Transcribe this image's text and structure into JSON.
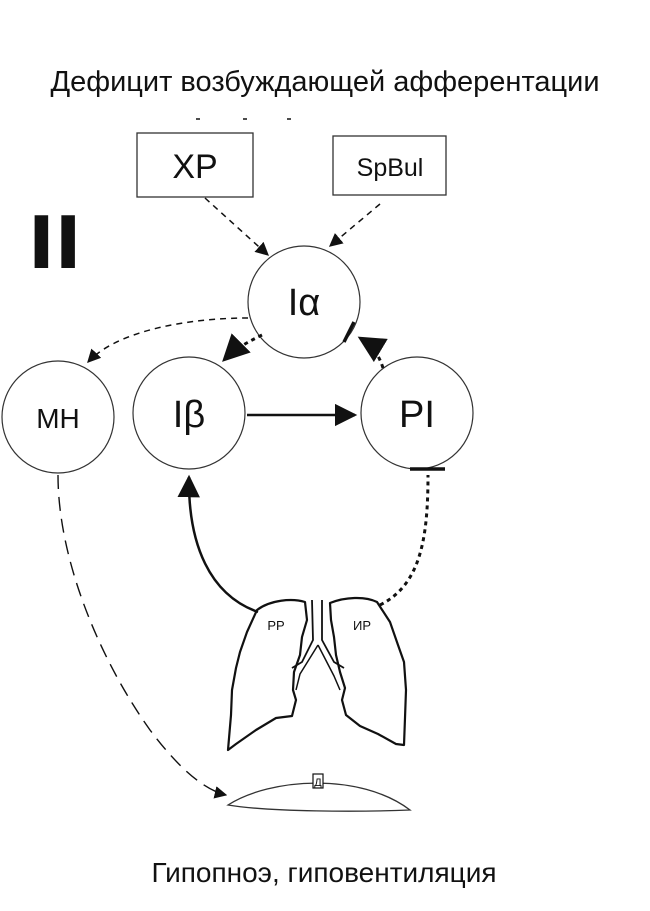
{
  "title": "Дефицит возбуждающей афферентации",
  "footer": "Гипопноэ, гиповентиляция",
  "roman_numeral": "II",
  "boxes": {
    "xp": "XP",
    "spbul": "SpBul"
  },
  "nodes": {
    "ia": "Iα",
    "ib": "Iβ",
    "pi": "PI",
    "mn": "МН"
  },
  "lung_labels": {
    "left": "РР",
    "right": "ИР"
  },
  "diaphragm_label": "Д"
}
